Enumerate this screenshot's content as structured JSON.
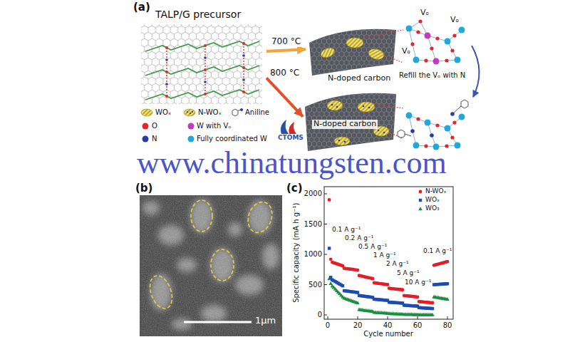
{
  "diagram": {
    "nodes": [
      {
        "text": [
          "TALP/G precursor"
        ]
      },
      {
        "text": [
          "N-doped carbon"
        ]
      },
      {
        "text": [
          "Vₒ",
          "Vₒ",
          "Vₒ"
        ]
      },
      {
        "text": [
          "N-doped carbon"
        ]
      }
    ],
    "edges": [
      {
        "from": 0,
        "to": 1,
        "arrow": "to",
        "label": "700 °C"
      },
      {
        "from": 0,
        "to": 3,
        "arrow": "to",
        "label": "800 °C"
      }
    ],
    "labels": [
      "(a)",
      "Refill the Vₒ with N",
      "(b)",
      "1μm",
      "(c)",
      "Specific capacity (mA h g⁻¹)",
      "0",
      "500",
      "1000",
      "1500",
      "2000",
      "0",
      "20",
      "40",
      "60",
      "80",
      "Cycle number",
      "0.1 A g⁻¹",
      "0.2 A g⁻¹",
      "0.5 A g⁻¹",
      "1 A g⁻¹",
      "2 A g⁻¹",
      "5 A g⁻¹",
      "10 A g⁻¹",
      "0.1 A g⁻¹",
      "www.chinatungsten.com",
      "CTOMS"
    ],
    "legend": [
      {
        "text": "WOₓ"
      },
      {
        "text": "N-WOₓ"
      },
      {
        "text": "Aniline"
      },
      {
        "text": "O",
        "color": "#e3262b"
      },
      {
        "text": "W with Vₒ",
        "color": "#c23ac0"
      },
      {
        "text": "N",
        "color": "#2a3aa8"
      },
      {
        "text": "Fully coordinated W",
        "color": "#22a7dd"
      },
      {
        "text": "N-WOₓ",
        "color": "#e41e26"
      },
      {
        "text": "WOₓ",
        "color": "#1e4bb0"
      },
      {
        "text": "WO₃",
        "color": "#1b8f3f"
      }
    ]
  }
}
